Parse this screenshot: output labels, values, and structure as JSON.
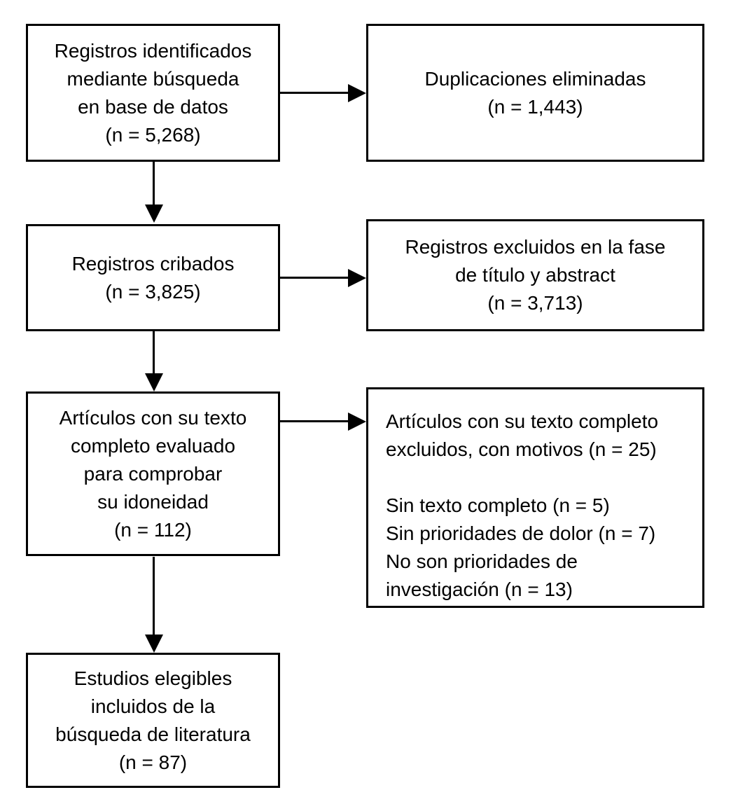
{
  "diagram": {
    "type": "flowchart",
    "language": "es",
    "colors": {
      "background": "#ffffff",
      "box_border": "#000000",
      "text": "#000000",
      "arrow": "#000000"
    },
    "nodes": [
      {
        "id": "registros-identificados",
        "n": 5268,
        "lines": [
          "Registros identificados",
          "mediante búsqueda",
          "en base de datos",
          "(n = 5,268)"
        ]
      },
      {
        "id": "duplicaciones-eliminadas",
        "n": 1443,
        "lines": [
          "Duplicaciones eliminadas",
          "(n = 1,443)"
        ]
      },
      {
        "id": "registros-cribados",
        "n": 3825,
        "lines": [
          "Registros cribados",
          "(n = 3,825)"
        ]
      },
      {
        "id": "registros-excluidos-titulo-abstract",
        "n": 3713,
        "lines": [
          "Registros excluidos en la fase",
          "de título y abstract",
          "(n = 3,713)"
        ]
      },
      {
        "id": "articulos-texto-completo-evaluado",
        "n": 112,
        "lines": [
          "Artículos con su texto",
          "completo evaluado",
          "para comprobar",
          "su idoneidad",
          "(n = 112)"
        ]
      },
      {
        "id": "articulos-texto-completo-excluidos",
        "n": 25,
        "lines": [
          "Artículos con su texto completo",
          "excluidos, con motivos (n = 25)",
          "",
          "Sin texto completo (n = 5)",
          "Sin prioridades de dolor (n = 7)",
          "No son prioridades de",
          "investigación (n = 13)"
        ]
      },
      {
        "id": "estudios-elegibles-incluidos",
        "n": 87,
        "lines": [
          "Estudios elegibles",
          "incluidos de la",
          "búsqueda de literatura",
          "(n = 87)"
        ]
      }
    ],
    "edges": [
      {
        "from": "registros-identificados",
        "to": "duplicaciones-eliminadas",
        "direction": "right"
      },
      {
        "from": "registros-identificados",
        "to": "registros-cribados",
        "direction": "down"
      },
      {
        "from": "registros-cribados",
        "to": "registros-excluidos-titulo-abstract",
        "direction": "right"
      },
      {
        "from": "registros-cribados",
        "to": "articulos-texto-completo-evaluado",
        "direction": "down"
      },
      {
        "from": "articulos-texto-completo-evaluado",
        "to": "articulos-texto-completo-excluidos",
        "direction": "right"
      },
      {
        "from": "articulos-texto-completo-evaluado",
        "to": "estudios-elegibles-incluidos",
        "direction": "down"
      }
    ]
  }
}
